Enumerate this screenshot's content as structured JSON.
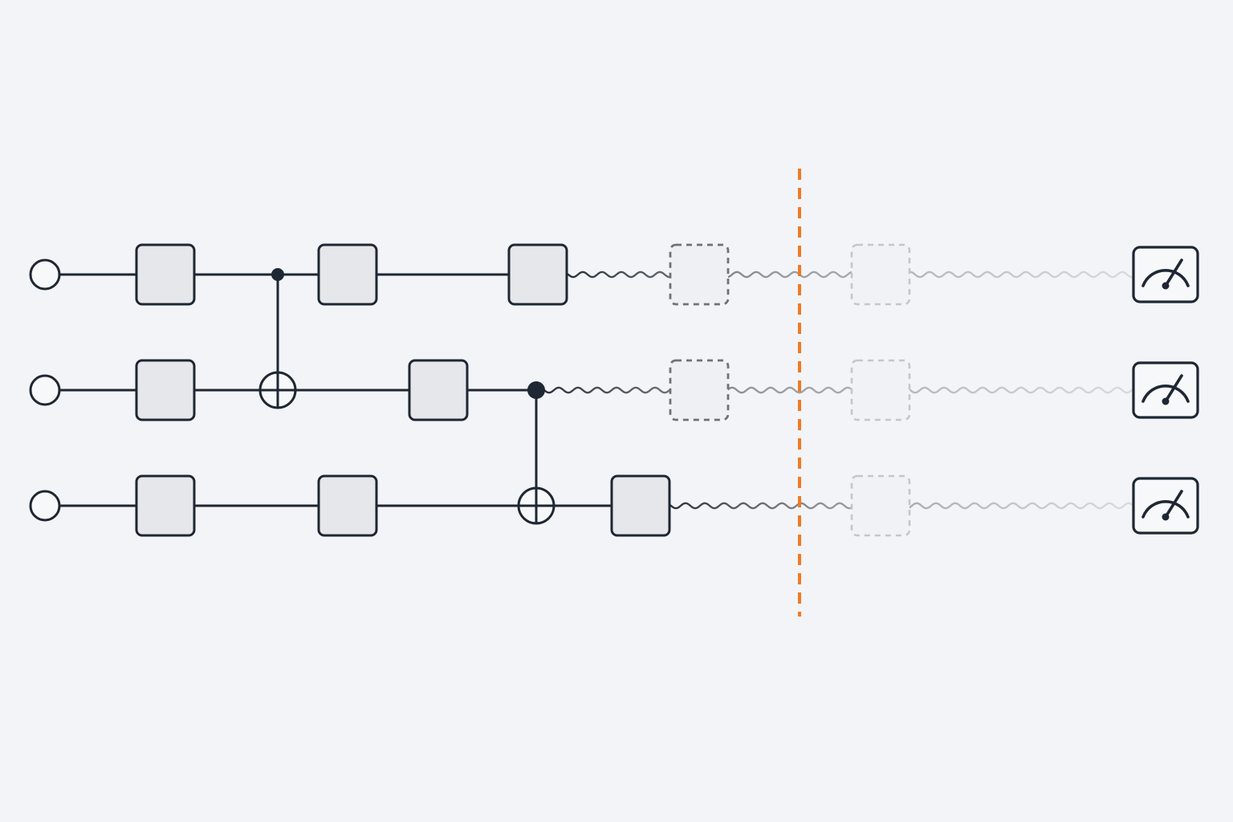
{
  "diagram": {
    "colors": {
      "background": "#f3f4f7",
      "ink": "#1e2733",
      "gate_fill": "#e6e7ea",
      "cutoff": "#f07a22",
      "faded_wire": "#b8babe"
    },
    "qubits": [
      {
        "input_icon": "ket-circle-icon",
        "gates": [
          {
            "kind": "single",
            "style": "solid"
          },
          {
            "kind": "control",
            "target_qubit": 1
          },
          {
            "kind": "single",
            "style": "solid"
          },
          {
            "kind": "single",
            "style": "solid"
          },
          {
            "kind": "single",
            "style": "dashed-fading"
          },
          {
            "kind": "single",
            "style": "dashed-faint"
          }
        ],
        "measurement_icon": "meter-icon"
      },
      {
        "input_icon": "ket-circle-icon",
        "gates": [
          {
            "kind": "single",
            "style": "solid"
          },
          {
            "kind": "target",
            "control_qubit": 0
          },
          {
            "kind": "single",
            "style": "solid"
          },
          {
            "kind": "control",
            "target_qubit": 2
          },
          {
            "kind": "single",
            "style": "dashed-fading"
          },
          {
            "kind": "single",
            "style": "dashed-faint"
          }
        ],
        "measurement_icon": "meter-icon"
      },
      {
        "input_icon": "ket-circle-icon",
        "gates": [
          {
            "kind": "single",
            "style": "solid"
          },
          {
            "kind": "single",
            "style": "solid"
          },
          {
            "kind": "target",
            "control_qubit": 1
          },
          {
            "kind": "single",
            "style": "solid"
          },
          {
            "kind": "single",
            "style": "dashed-faint"
          }
        ],
        "measurement_icon": "meter-icon"
      }
    ],
    "decoherence_boundary": {
      "style": "dashed",
      "color_key": "cutoff"
    }
  }
}
